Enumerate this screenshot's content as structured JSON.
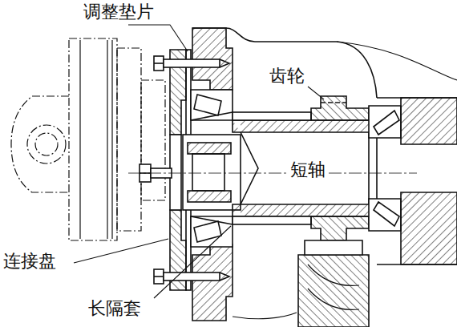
{
  "diagram": {
    "labels": [
      "调整垫片",
      "齿轮",
      "短轴",
      "连接盘",
      "长隔套"
    ]
  }
}
